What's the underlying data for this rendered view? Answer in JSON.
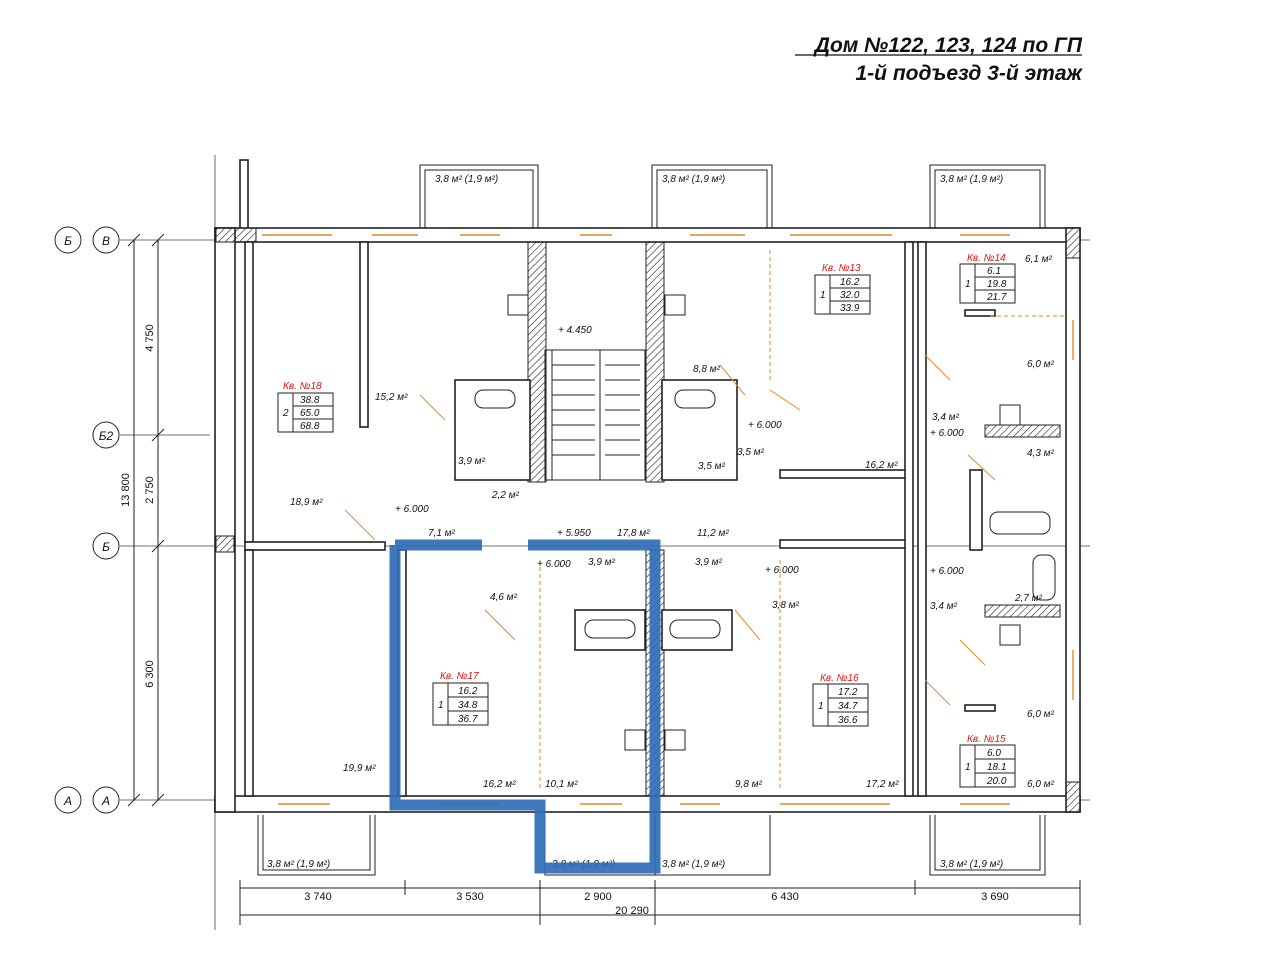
{
  "title": {
    "line1": "Дом №122, 123, 124 по ГП",
    "line2": "1-й подъезд 3-й этаж"
  },
  "axes": {
    "left_top": [
      "Б",
      "В"
    ],
    "b2": "Б2",
    "b": "Б",
    "bottom": [
      "А",
      "А"
    ]
  },
  "dimensions": {
    "vertical_total": "13 800",
    "vertical_parts": [
      "4 750",
      "2 750",
      "6 300"
    ],
    "horizontal_parts": [
      "3 740",
      "3 530",
      "2 900",
      "6 430",
      "3 690"
    ],
    "horizontal_total": "20 290"
  },
  "balconies_top": [
    "3,8 м² (1,9 м²)",
    "3,8 м² (1,9 м²)",
    "3,8 м² (1,9 м²)"
  ],
  "balconies_bottom": [
    "3,8 м² (1,9 м²)",
    "3,8 м² (1,9 м²)",
    "3,8 м² (1,9 м²)",
    "3,8 м² (1,9 м²)"
  ],
  "levels": [
    "+ 4.450",
    "+ 6.000",
    "+ 6.000",
    "+ 6.000",
    "+ 5.950",
    "+ 6.000",
    "+ 6.000",
    "+ 6.000"
  ],
  "apartments": [
    {
      "name": "Кв. №18",
      "rooms": "2",
      "values": [
        "38.8",
        "65.0",
        "68.8"
      ]
    },
    {
      "name": "Кв. №13",
      "rooms": "1",
      "values": [
        "16.2",
        "32.0",
        "33.9"
      ]
    },
    {
      "name": "Кв. №14",
      "rooms": "1",
      "values": [
        "6.1",
        "19.8",
        "21.7"
      ]
    },
    {
      "name": "Кв. №17",
      "rooms": "1",
      "values": [
        "16.2",
        "34.8",
        "36.7"
      ]
    },
    {
      "name": "Кв. №16",
      "rooms": "1",
      "values": [
        "17.2",
        "34.7",
        "36.6"
      ]
    },
    {
      "name": "Кв. №15",
      "rooms": "1",
      "values": [
        "6.0",
        "18.1",
        "20.0"
      ]
    }
  ],
  "areas": {
    "a_15_2": "15,2 м²",
    "a_18_9": "18,9 м²",
    "a_3_9_l": "3,9 м²",
    "a_2_2": "2,2 м²",
    "a_7_1": "7,1 м²",
    "a_8_8": "8,8 м²",
    "a_3_5a": "3,5 м²",
    "a_3_5b": "3,5 м²",
    "a_16_2_top": "16,2 м²",
    "a_6_1": "6,1 м²",
    "a_6_0_top": "6,0 м²",
    "a_3_4_top": "3,4 м²",
    "a_4_3": "4,3 м²",
    "a_17_8": "17,8 м²",
    "a_11_2": "11,2 м²",
    "a_3_9_c1": "3,9 м²",
    "a_3_9_c2": "3,9 м²",
    "a_4_6": "4,6 м²",
    "a_3_8": "3,8 м²",
    "a_3_4_bot": "3,4 м²",
    "a_2_7": "2,7 м²",
    "a_19_9": "19,9 м²",
    "a_16_2_bot": "16,2 м²",
    "a_10_1": "10,1 м²",
    "a_9_8": "9,8 м²",
    "a_17_2": "17,2 м²",
    "a_6_0_mid": "6,0 м²",
    "a_6_0_bot": "6,0 м²"
  },
  "colors": {
    "highlight": "#2f6db5",
    "apartment_label": "#e01010",
    "openings": "#e08a2a"
  }
}
